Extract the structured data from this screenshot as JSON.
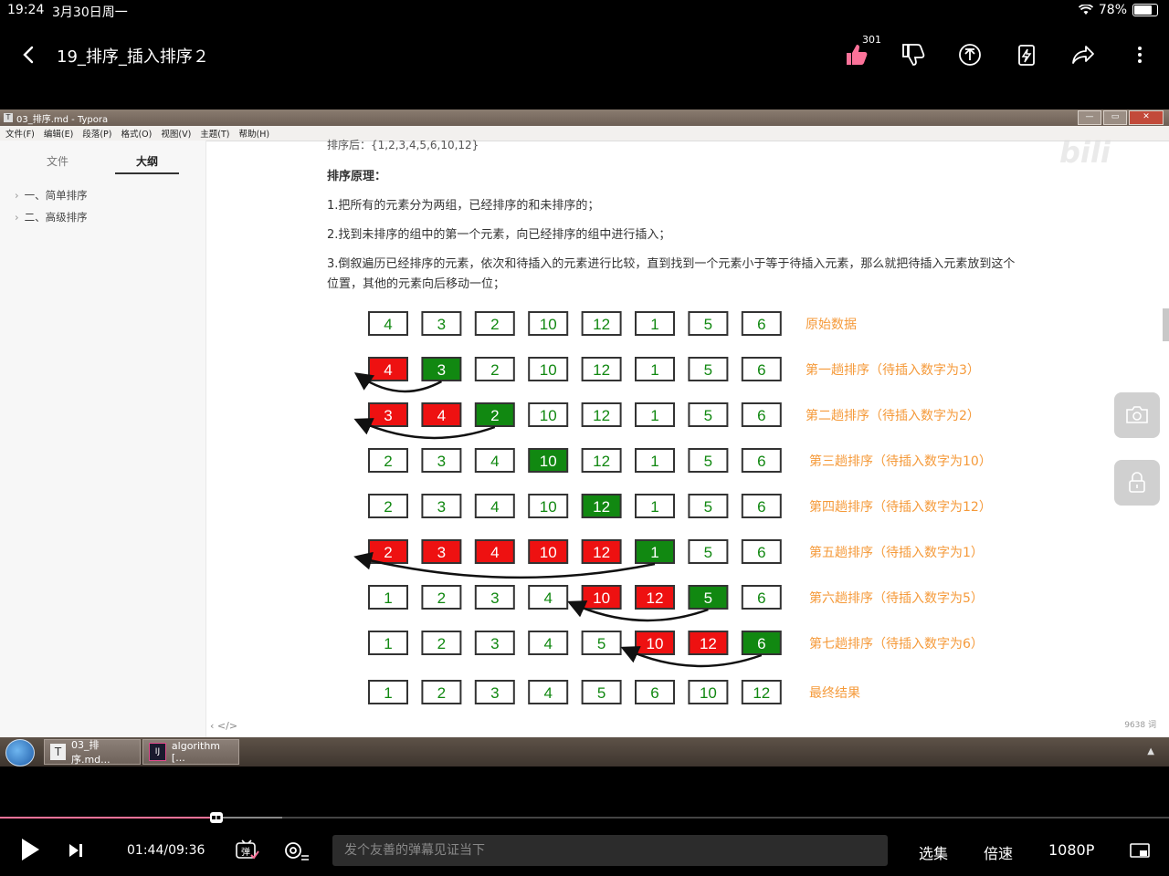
{
  "status": {
    "time": "19:24",
    "date": "3月30日周一",
    "battery": "78%",
    "battery_level": 0.78
  },
  "header": {
    "title": "19_排序_插入排序２",
    "like_count": "301",
    "icons": [
      "thumbs-up-icon",
      "thumbs-down-icon",
      "coin-icon",
      "charge-icon",
      "share-icon",
      "more-icon"
    ]
  },
  "window": {
    "title": "03_排序.md - Typora",
    "menu": [
      "文件(F)",
      "编辑(E)",
      "段落(P)",
      "格式(O)",
      "视图(V)",
      "主题(T)",
      "帮助(H)"
    ],
    "sidebar": {
      "tabs": [
        "文件",
        "大纲"
      ],
      "active_tab": "大纲",
      "outline": [
        "一、简单排序",
        "二、高级排序"
      ]
    },
    "content": {
      "top_line": "排序后：{1,2,3,4,5,6,10,12}",
      "heading": "排序原理：",
      "p1": "1.把所有的元素分为两组，已经排序的和未排序的；",
      "p2": "2.找到未排序的组中的第一个元素，向已经排序的组中进行插入；",
      "p3a": "3.倒叙遍历已经排序的元素，依次和待插入的元素进行比较，直到找到一个元素小于等于待插入元素，那么就把待插入元素放到这个",
      "p3b": "位置，其他的元素向后移动一位；",
      "word_count": "9638 词",
      "footer_icons": "‹   </>"
    },
    "diagram": {
      "colors": {
        "red": "#ee1111",
        "green": "#118811",
        "label": "#f59a3a",
        "border": "#333333"
      },
      "rows": [
        {
          "values": [
            4,
            3,
            2,
            10,
            12,
            1,
            5,
            6
          ],
          "states": [
            "n",
            "n",
            "n",
            "n",
            "n",
            "n",
            "n",
            "n"
          ],
          "label": "原始数据"
        },
        {
          "values": [
            4,
            3,
            2,
            10,
            12,
            1,
            5,
            6
          ],
          "states": [
            "r",
            "g",
            "n",
            "n",
            "n",
            "n",
            "n",
            "n"
          ],
          "label": "第一趟排序（待插入数字为3）"
        },
        {
          "values": [
            3,
            4,
            2,
            10,
            12,
            1,
            5,
            6
          ],
          "states": [
            "r",
            "r",
            "g",
            "n",
            "n",
            "n",
            "n",
            "n"
          ],
          "label": "第二趟排序（待插入数字为2）"
        },
        {
          "values": [
            2,
            3,
            4,
            10,
            12,
            1,
            5,
            6
          ],
          "states": [
            "n",
            "n",
            "n",
            "g",
            "n",
            "n",
            "n",
            "n"
          ],
          "label": "第三趟排序（待插入数字为10）"
        },
        {
          "values": [
            2,
            3,
            4,
            10,
            12,
            1,
            5,
            6
          ],
          "states": [
            "n",
            "n",
            "n",
            "n",
            "g",
            "n",
            "n",
            "n"
          ],
          "label": "第四趟排序（待插入数字为12）"
        },
        {
          "values": [
            2,
            3,
            4,
            10,
            12,
            1,
            5,
            6
          ],
          "states": [
            "r",
            "r",
            "r",
            "r",
            "r",
            "g",
            "n",
            "n"
          ],
          "label": "第五趟排序（待插入数字为1）"
        },
        {
          "values": [
            1,
            2,
            3,
            4,
            10,
            12,
            5,
            6
          ],
          "states": [
            "n",
            "n",
            "n",
            "n",
            "r",
            "r",
            "g",
            "n"
          ],
          "label": "第六趟排序（待插入数字为5）"
        },
        {
          "values": [
            1,
            2,
            3,
            4,
            5,
            10,
            12,
            6
          ],
          "states": [
            "n",
            "n",
            "n",
            "n",
            "n",
            "r",
            "r",
            "g"
          ],
          "label": "第七趟排序（待插入数字为6）"
        },
        {
          "values": [
            1,
            2,
            3,
            4,
            5,
            6,
            10,
            12
          ],
          "states": [
            "n",
            "n",
            "n",
            "n",
            "n",
            "n",
            "n",
            "n"
          ],
          "label": "最终结果"
        }
      ],
      "arrows": [
        {
          "row": 1,
          "from": 1,
          "to": 0
        },
        {
          "row": 2,
          "from": 2,
          "to": 0
        },
        {
          "row": 5,
          "from": 5,
          "to": 0
        },
        {
          "row": 6,
          "from": 6,
          "to": 4
        },
        {
          "row": 7,
          "from": 7,
          "to": 5
        }
      ]
    }
  },
  "taskbar": {
    "items": [
      "03_排序.md...",
      "algorithm [..."
    ],
    "ij_icon": "IJ"
  },
  "player": {
    "time": "01:44/09:36",
    "progress": 0.185,
    "buffered": 0.21,
    "danmaku_placeholder": "发个友善的弹幕见证当下",
    "buttons": [
      "选集",
      "倍速",
      "1080P"
    ],
    "thumb_label": "▪▪"
  }
}
